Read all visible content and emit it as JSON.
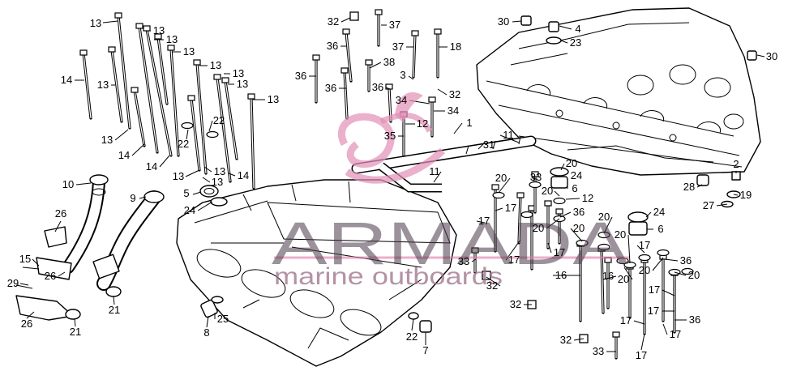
{
  "watermark": {
    "brand": "ARMADA",
    "tagline": "marine outboards"
  },
  "colors": {
    "line": "#000000",
    "watermark_text": "#4a3a4a",
    "watermark_accent": "#e07aa8",
    "background": "#ffffff"
  },
  "callouts": [
    "13",
    "13",
    "13",
    "13",
    "13",
    "13",
    "13",
    "13",
    "14",
    "13",
    "13",
    "14",
    "14",
    "22",
    "22",
    "13",
    "13",
    "13",
    "14",
    "32",
    "37",
    "36",
    "37",
    "18",
    "36",
    "36",
    "38",
    "3",
    "36",
    "32",
    "34",
    "34",
    "12",
    "35",
    "1",
    "11",
    "31",
    "11",
    "30",
    "4",
    "23",
    "30",
    "20",
    "24",
    "20",
    "33",
    "20",
    "6",
    "12",
    "17",
    "36",
    "17",
    "20",
    "20",
    "17",
    "17",
    "33",
    "16",
    "32",
    "20",
    "24",
    "6",
    "20",
    "17",
    "16",
    "20",
    "20",
    "36",
    "20",
    "17",
    "32",
    "17",
    "36",
    "17",
    "17",
    "32",
    "33",
    "17",
    "2",
    "28",
    "19",
    "27",
    "10",
    "9",
    "5",
    "24",
    "26",
    "15",
    "26",
    "29",
    "26",
    "21",
    "21",
    "25",
    "8",
    "22",
    "7"
  ]
}
